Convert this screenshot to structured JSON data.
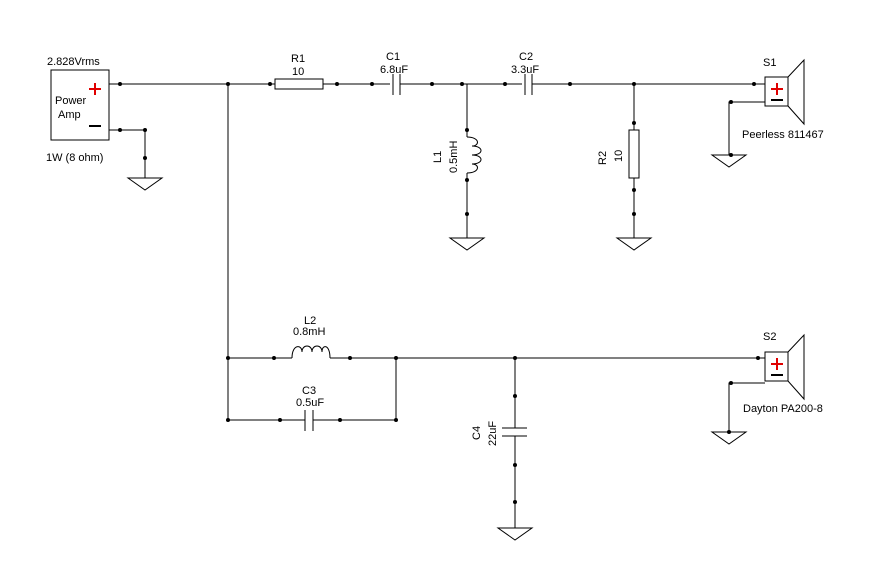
{
  "amp": {
    "voltage": "2.828Vrms",
    "name_line1": "Power",
    "name_line2": "Amp",
    "power": "1W (8 ohm)"
  },
  "components": {
    "R1": {
      "ref": "R1",
      "value": "10"
    },
    "C1": {
      "ref": "C1",
      "value": "6.8uF"
    },
    "C2": {
      "ref": "C2",
      "value": "3.3uF"
    },
    "L1": {
      "ref": "L1",
      "value": "0.5mH"
    },
    "R2": {
      "ref": "R2",
      "value": "10"
    },
    "L2": {
      "ref": "L2",
      "value": "0.8mH"
    },
    "C3": {
      "ref": "C3",
      "value": "0.5uF"
    },
    "C4": {
      "ref": "C4",
      "value": "22uF"
    }
  },
  "speakers": {
    "S1": {
      "ref": "S1",
      "model": "Peerless 811467"
    },
    "S2": {
      "ref": "S2",
      "model": "Dayton PA200-8"
    }
  },
  "colors": {
    "plus": "#e00000",
    "wire": "#000000"
  }
}
